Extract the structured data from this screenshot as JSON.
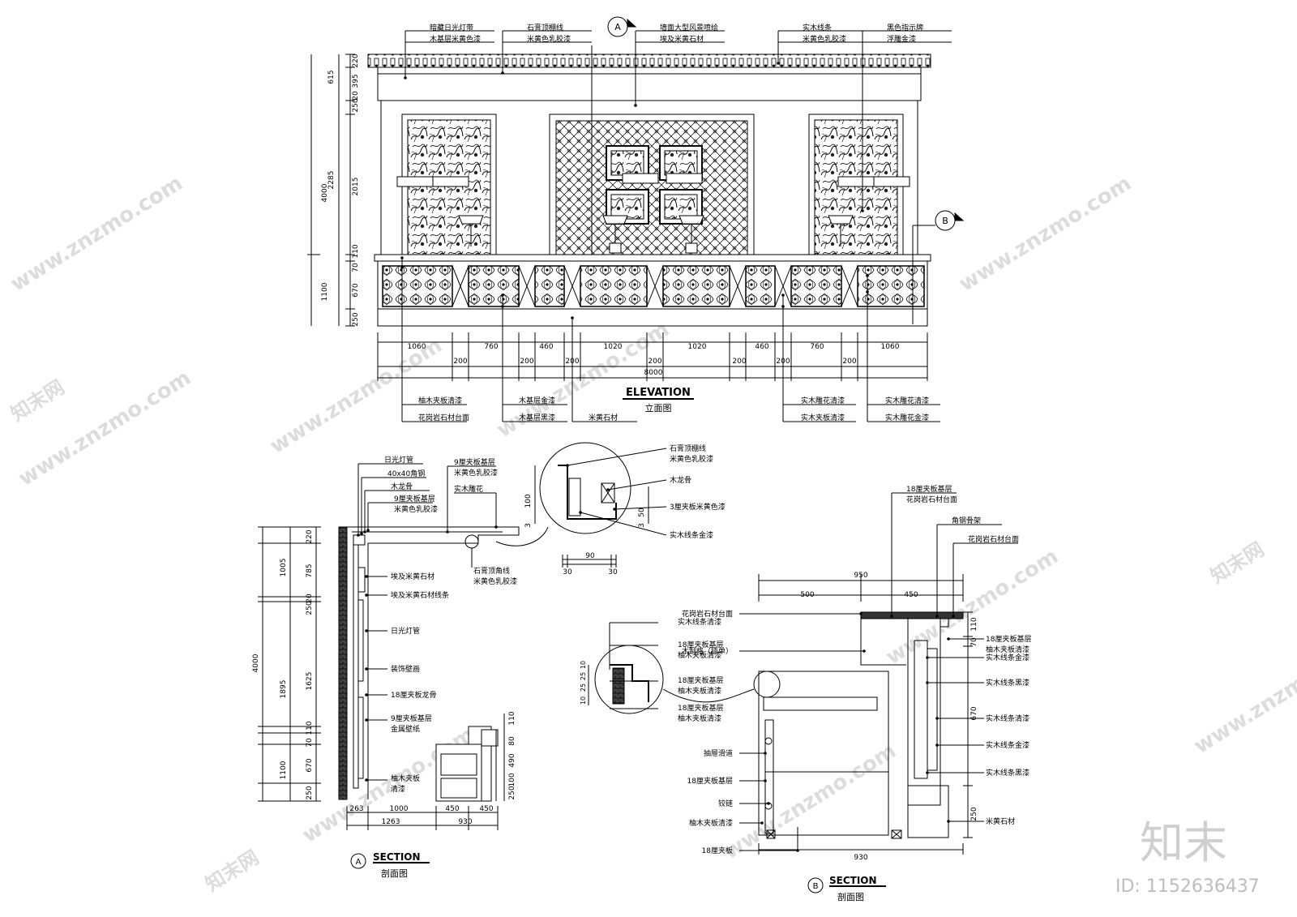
{
  "elevation": {
    "title": "ELEVATION",
    "subtitle": "立面图",
    "section_marker_a": "A",
    "section_marker_b": "B",
    "top_labels": [
      {
        "l1": "暗藏日光灯带",
        "l2": "木基层米黄色漆"
      },
      {
        "l1": "石膏顶棚线",
        "l2": "米黄色乳胶漆"
      },
      {
        "l1": "墙面大型风景喷绘",
        "l2": "埃及米黄石材"
      },
      {
        "l1": "实木线条",
        "l2": "米黄色乳胶漆"
      },
      {
        "l1": "黑色指示牌",
        "l2": "浮雕金漆"
      }
    ],
    "left_dims_outer": [
      "4000",
      "1100"
    ],
    "left_dims_mid": [
      "615",
      "2285"
    ],
    "left_dims_inner": [
      "220",
      "395",
      "20",
      "250",
      "2015",
      "110",
      "70",
      "670",
      "250"
    ],
    "bottom_dims_row1": [
      "1060",
      "760",
      "460",
      "1020",
      "1020",
      "460",
      "760",
      "1060"
    ],
    "bottom_dims_row2": [
      "200",
      "200",
      "200",
      "200",
      "200",
      "200",
      "200"
    ],
    "total": "8000",
    "bottom_labels_left": [
      "柚木夹板清漆",
      "花岗岩石材台面",
      "木基层金漆",
      "木基层黑漆",
      "米黄石材"
    ],
    "bottom_labels_right": [
      "实木雕花清漆",
      "实木夹板清漆",
      "实木雕花清漆",
      "实木雕花金漆"
    ]
  },
  "section_a": {
    "marker": "A",
    "title": "SECTION",
    "subtitle": "剖面图",
    "labels_top": [
      {
        "l1": "日光灯管",
        "l2": ""
      },
      {
        "l1": "40x40角钢",
        "l2": ""
      },
      {
        "l1": "木龙骨",
        "l2": ""
      },
      {
        "l1": "9厘夹板基层",
        "l2": "米黄色乳胶漆"
      }
    ],
    "label_9mm_right": {
      "l1": "9厘夹板基层",
      "l2": "米黄色乳胶漆"
    },
    "label_carving": "实木雕花",
    "label_cornice": {
      "l1": "石膏顶角线",
      "l2": "米黄色乳胶漆"
    },
    "labels_mid": [
      "埃及米黄石材",
      "埃及米黄石材线条",
      "日光灯管",
      "装饰壁画",
      "18厘夹板龙骨"
    ],
    "label_metal": {
      "l1": "9厘夹板基层",
      "l2": "金属壁纸"
    },
    "label_teak": {
      "l1": "柚木夹板",
      "l2": "清漆"
    },
    "left_dims_outer": [
      "4000"
    ],
    "left_dims_mid": [
      "1005",
      "1895",
      "1100"
    ],
    "left_dims_inner": [
      "220",
      "785",
      "20",
      "250",
      "1625",
      "110",
      "70",
      "670",
      "250"
    ],
    "right_dims": [
      "110",
      "80",
      "490",
      "100",
      "250"
    ],
    "bottom_dims_row1": [
      "263",
      "1000",
      "450",
      "450"
    ],
    "bottom_dims_row2": [
      "1263",
      "930"
    ],
    "detail": {
      "labels": [
        {
          "l1": "石膏顶棚线",
          "l2": "米黄色乳胶漆"
        },
        {
          "l1": "木龙骨",
          "l2": ""
        },
        {
          "l1": "3厘夹板米黄色漆",
          "l2": ""
        },
        {
          "l1": "实木线条金漆",
          "l2": ""
        }
      ],
      "dims_v": [
        "100",
        "3",
        "50",
        "3"
      ],
      "dims_h": [
        "90",
        "30",
        "30"
      ]
    }
  },
  "section_b": {
    "marker": "B",
    "title": "SECTION",
    "subtitle": "剖面图",
    "top_labels": [
      {
        "l1": "18厘夹板基层",
        "l2": "花岗岩石材台面"
      },
      {
        "l1": "角钢骨架",
        "l2": ""
      },
      {
        "l1": "花岗岩石材台面",
        "l2": ""
      }
    ],
    "top_dims": [
      "950",
      "500",
      "450"
    ],
    "left_labels": [
      {
        "l1": "花岗岩石材台面",
        "l2": ""
      },
      {
        "l1": "木制格（插单）",
        "l2": ""
      },
      {
        "l1": "抽屉滑道",
        "l2": ""
      },
      {
        "l1": "18厘夹板基层",
        "l2": ""
      },
      {
        "l1": "铰链",
        "l2": ""
      },
      {
        "l1": "柚木夹板清漆",
        "l2": ""
      },
      {
        "l1": "18厘夹板",
        "l2": ""
      }
    ],
    "detail_labels": [
      {
        "l1": "实木线条清漆",
        "l2": ""
      },
      {
        "l1": "18厘夹板基层",
        "l2": "柚木夹板清漆"
      },
      {
        "l1": "18厘夹板基层",
        "l2": "柚木夹板清漆"
      },
      {
        "l1": "18厘夹板基层",
        "l2": "柚木夹板清漆"
      }
    ],
    "detail_dims": [
      "10",
      "25",
      "25",
      "10"
    ],
    "right_labels": [
      {
        "l1": "18厘夹板基层",
        "l2": "柚木夹板清漆"
      },
      {
        "l1": "实木线条金漆",
        "l2": ""
      },
      {
        "l1": "实木线条黑漆",
        "l2": ""
      },
      {
        "l1": "实木线条清漆",
        "l2": ""
      },
      {
        "l1": "实木线条金漆",
        "l2": ""
      },
      {
        "l1": "实木线条黑漆",
        "l2": ""
      },
      {
        "l1": "米黄石材",
        "l2": ""
      }
    ],
    "right_dims": [
      "110",
      "70",
      "670",
      "250"
    ],
    "bottom_dim": "930"
  },
  "watermark": {
    "site": "www.znzmo.com",
    "brand": "知末网",
    "logo": "知末",
    "id": "ID: 1152636437"
  }
}
